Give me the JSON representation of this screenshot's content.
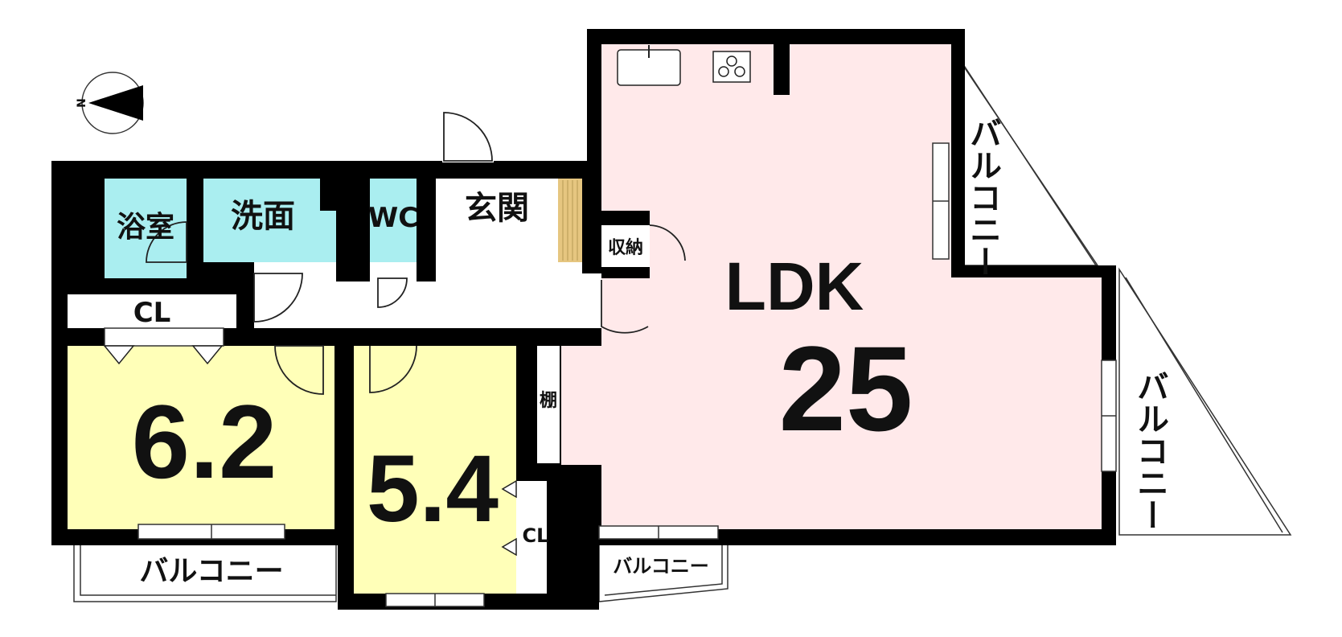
{
  "colors": {
    "wet_area": "#aaeef0",
    "bedroom": "#ffffb8",
    "ldk": "#ffe9ea",
    "genkan_floor": "#e6c680",
    "wall": "#000000"
  },
  "compass": {
    "north_label": "N"
  },
  "rooms": {
    "bath": "浴室",
    "washroom": "洗面",
    "wc": "WC",
    "entrance": "玄関",
    "storage": "収納",
    "closet_main": "CL",
    "closet_small": "CL",
    "shelf": "棚",
    "ldk_label": "LDK",
    "ldk_size": "25",
    "bedroom_1_size": "6.2",
    "bedroom_2_size": "5.4"
  },
  "balconies": {
    "upper_right": "バルコニー",
    "lower_right": "バルコニー",
    "bottom_left": "バルコニー",
    "bottom_middle": "バルコニー"
  }
}
